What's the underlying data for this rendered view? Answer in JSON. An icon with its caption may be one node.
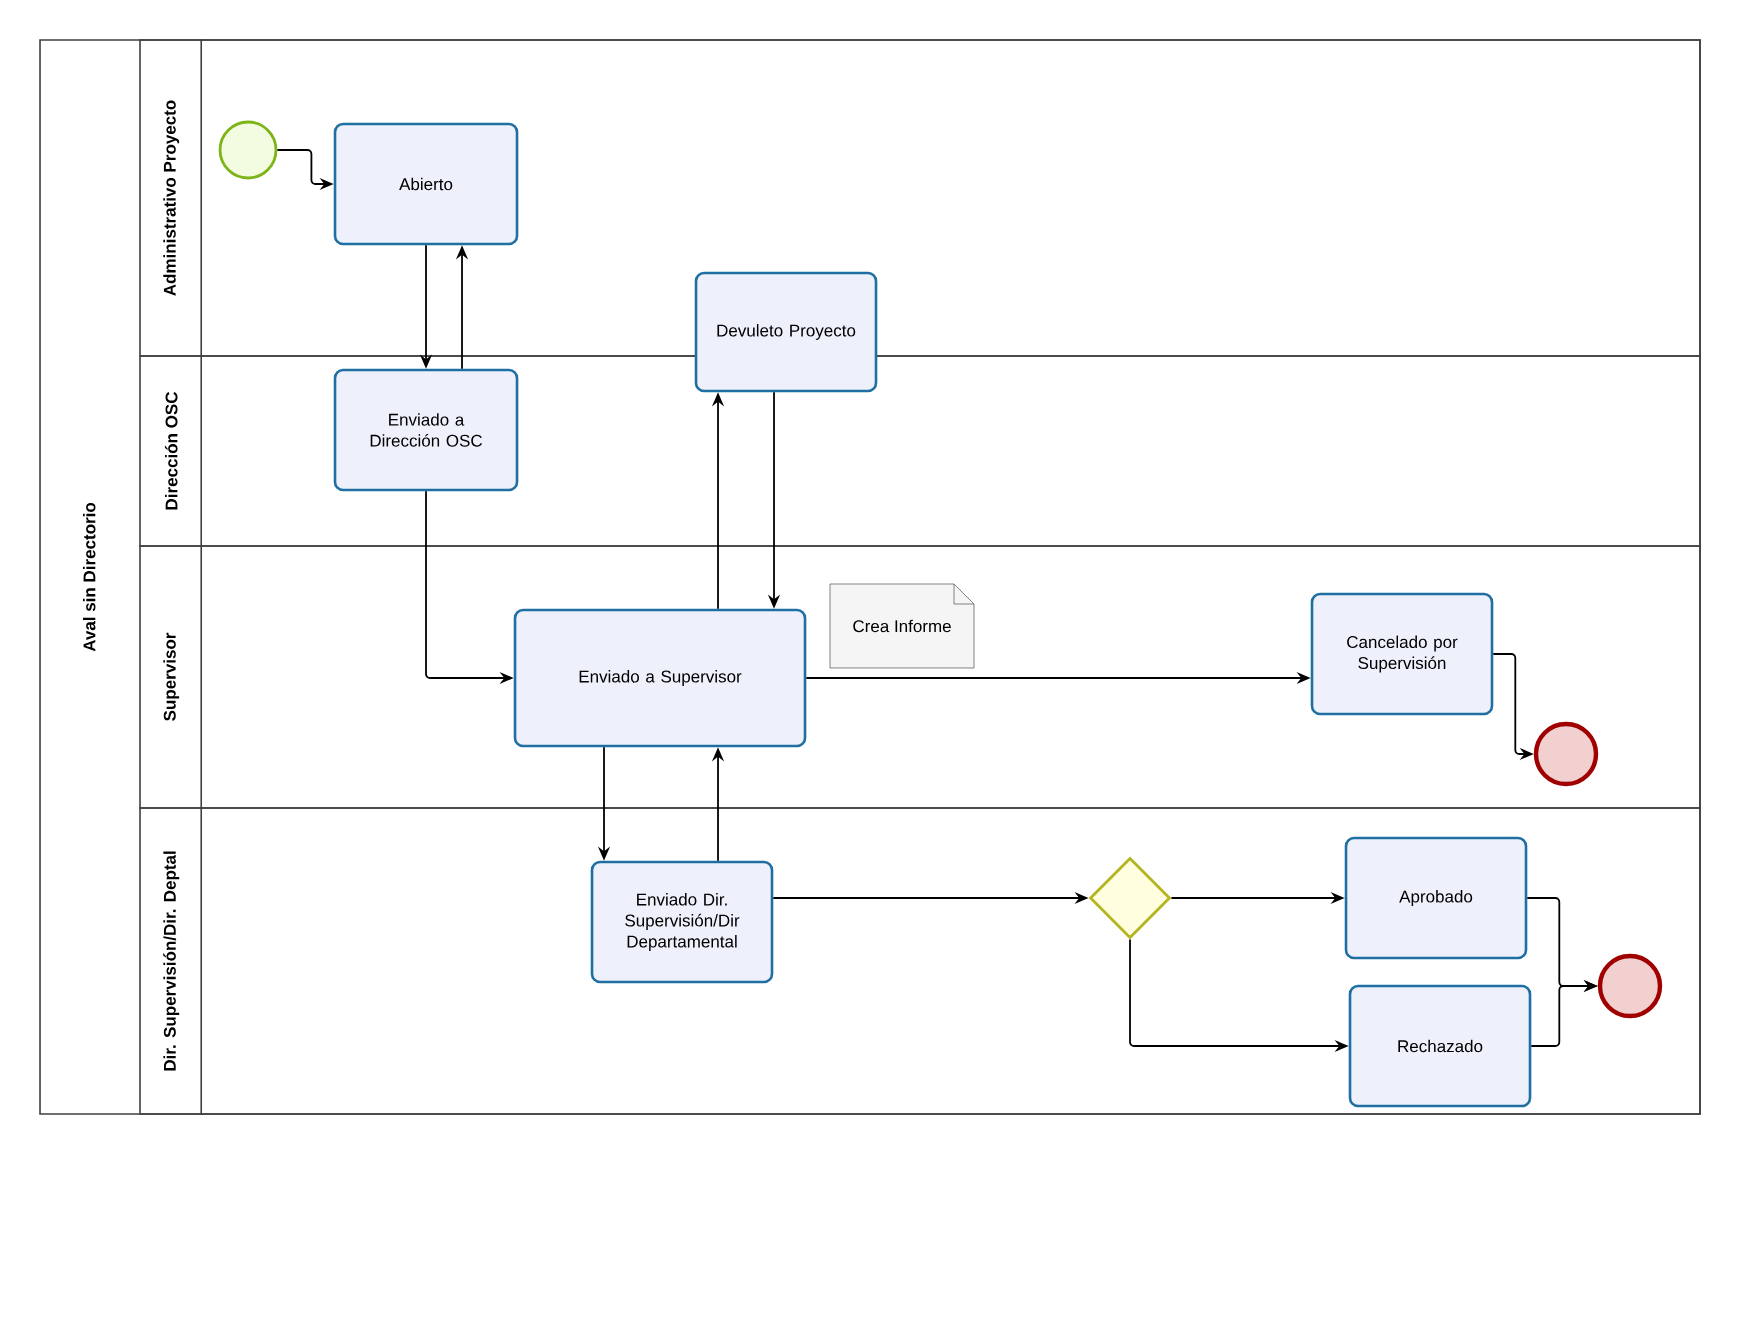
{
  "diagram": {
    "nodes": [
      {
        "text": [
          "Aval sin Directorio"
        ]
      },
      {
        "text": [
          "Administrativo Proyecto"
        ],
        "in": 0
      },
      {
        "text": [
          "Dirección OSC"
        ],
        "in": 0
      },
      {
        "text": [
          "Supervisor"
        ],
        "in": 0
      },
      {
        "text": [
          "Dir. Supervisión/Dir. Deptal"
        ],
        "in": 0
      },
      {
        "text": [],
        "shape": "circle",
        "in": 1
      },
      {
        "text": [
          "Abierto"
        ],
        "in": 1
      },
      {
        "text": [
          "Enviado a Dirección OSC"
        ],
        "in": 2
      },
      {
        "text": [
          "Devuleto Proyecto"
        ],
        "in": 0
      },
      {
        "text": [
          "Enviado a Supervisor"
        ],
        "in": 3
      },
      {
        "text": [
          "Crea Informe"
        ],
        "in": 3
      },
      {
        "text": [
          "Cancelado por Supervisión"
        ],
        "in": 3
      },
      {
        "text": [],
        "shape": "circle",
        "in": 3
      },
      {
        "text": [
          "Enviado Dir. Supervisión/Dir Departamental"
        ],
        "in": 4
      },
      {
        "text": [],
        "shape": "diamond",
        "in": 4
      },
      {
        "text": [
          "Aprobado"
        ],
        "in": 4
      },
      {
        "text": [
          "Rechazado"
        ],
        "in": 4
      },
      {
        "text": [],
        "shape": "circle",
        "in": 4
      }
    ],
    "edges": [
      {
        "from": 5,
        "to": 6,
        "arrow": "to"
      },
      {
        "from": 6,
        "to": 7,
        "arrow": "to"
      },
      {
        "from": 7,
        "to": 6,
        "arrow": "to"
      },
      {
        "from": 7,
        "to": 9,
        "arrow": "to"
      },
      {
        "from": 9,
        "to": 8,
        "arrow": "to"
      },
      {
        "from": 8,
        "to": 9,
        "arrow": "to"
      },
      {
        "from": 9,
        "to": 11,
        "arrow": "to"
      },
      {
        "from": 11,
        "to": 12,
        "arrow": "to"
      },
      {
        "from": 9,
        "to": 13,
        "arrow": "to"
      },
      {
        "from": 13,
        "to": 9,
        "arrow": "to"
      },
      {
        "from": 13,
        "to": 14,
        "arrow": "to"
      },
      {
        "from": 14,
        "to": 15,
        "arrow": "to"
      },
      {
        "from": 14,
        "to": 16,
        "arrow": "to"
      },
      {
        "from": 15,
        "to": 17,
        "arrow": "to"
      },
      {
        "from": 16,
        "to": 17,
        "arrow": "to"
      }
    ]
  }
}
